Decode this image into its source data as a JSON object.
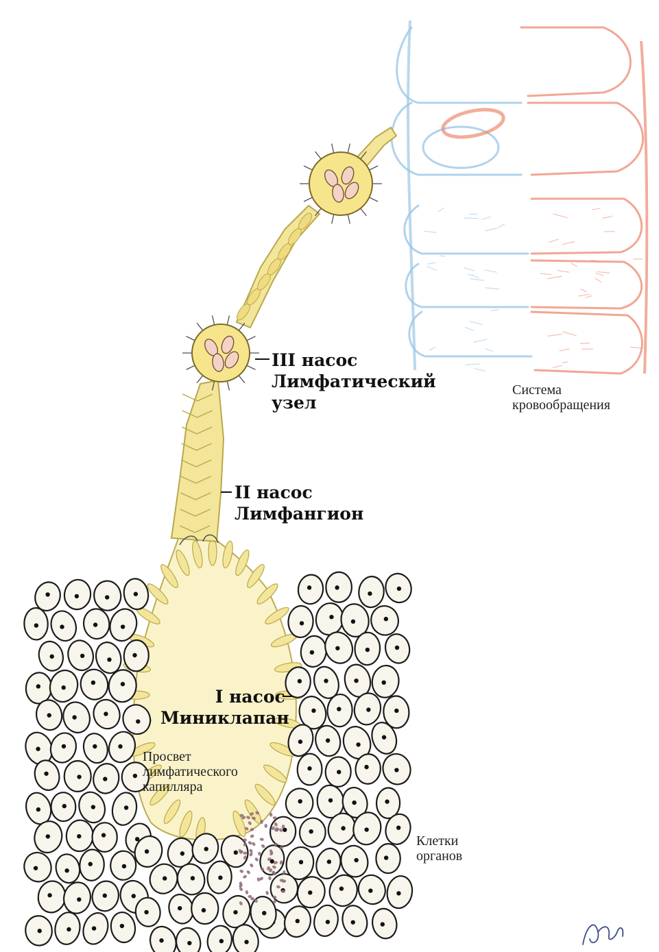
{
  "labels": {
    "pump3_line1": "III насос",
    "pump3_line2": "Лимфатический",
    "pump3_line3": "узел",
    "pump2_line1": "II насос",
    "pump2_line2": "Лимфангион",
    "pump1_line1": "I насос",
    "pump1_line2": "Миниклапан",
    "lumen_line1": "Просвет",
    "lumen_line2": "лимфатического",
    "lumen_line3": "капилляра",
    "circulation_line1": "Система",
    "circulation_line2": "кровообращения",
    "cells_line1": "Клетки",
    "cells_line2": "органов",
    "signature": "Авдн"
  },
  "colors": {
    "lymph_yellow": "#f3e59a",
    "lymph_outline": "#b9a84a",
    "vein_blue": "#9cc8e6",
    "artery_red": "#ec8a70",
    "cell_outline": "#1c1c1c",
    "cell_fill": "#f7f5ec",
    "node_fill": "#f6e58a",
    "interstitial_dots": "#8e6a78"
  },
  "icons": {
    "signature": "signature-icon"
  }
}
